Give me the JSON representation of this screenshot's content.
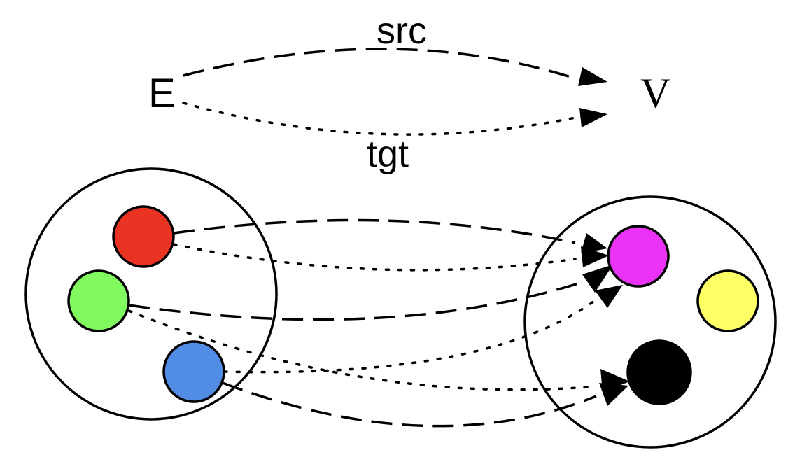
{
  "schema": {
    "source_label": "E",
    "target_label": "V",
    "maps": [
      {
        "name": "src",
        "style": "dashed"
      },
      {
        "name": "tgt",
        "style": "dotted"
      }
    ]
  },
  "sets": {
    "E": {
      "elements": [
        "red",
        "green",
        "blue"
      ]
    },
    "V": {
      "elements": [
        "magenta",
        "yellow",
        "black"
      ]
    }
  },
  "colors": {
    "red": "#e93323",
    "green": "#80fa5e",
    "blue": "#518ce5",
    "magenta": "#ea33f7",
    "yellow": "#ffff66",
    "black": "#000000"
  },
  "edges": [
    {
      "from": "red",
      "to": "magenta",
      "map": "src"
    },
    {
      "from": "red",
      "to": "magenta",
      "map": "tgt"
    },
    {
      "from": "green",
      "to": "magenta",
      "map": "src"
    },
    {
      "from": "green",
      "to": "black",
      "map": "tgt"
    },
    {
      "from": "blue",
      "to": "black",
      "map": "src"
    },
    {
      "from": "blue",
      "to": "magenta",
      "map": "tgt"
    }
  ]
}
